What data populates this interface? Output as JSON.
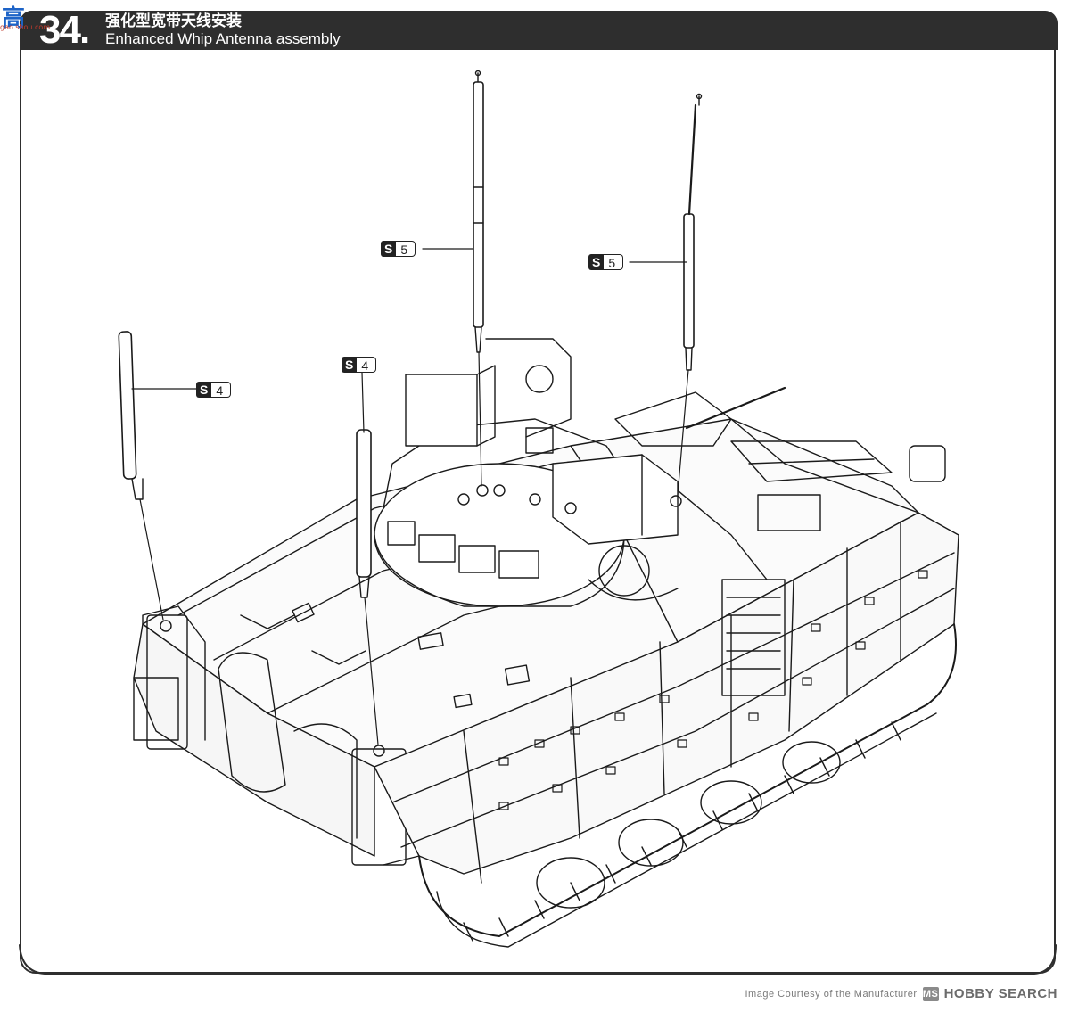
{
  "header": {
    "step_number": "34.",
    "title_cn": "强化型宽带天线安装",
    "title_en": "Enhanced Whip Antenna assembly"
  },
  "watermark": {
    "char": "高",
    "url": "gao.shou.com"
  },
  "callouts": [
    {
      "id": "upper-center",
      "sprue": "S",
      "part": "5"
    },
    {
      "id": "upper-right",
      "sprue": "S",
      "part": "5"
    },
    {
      "id": "left",
      "sprue": "S",
      "part": "4"
    },
    {
      "id": "center",
      "sprue": "S",
      "part": "4"
    }
  ],
  "credit": {
    "icon": "MS",
    "brand": "HOBBY SEARCH",
    "sub": "Image Courtesy of the Manufacturer"
  },
  "colors": {
    "header_bg": "#2e2e2e",
    "line": "#1a1a1a",
    "watermark_blue": "#1d63c7"
  }
}
